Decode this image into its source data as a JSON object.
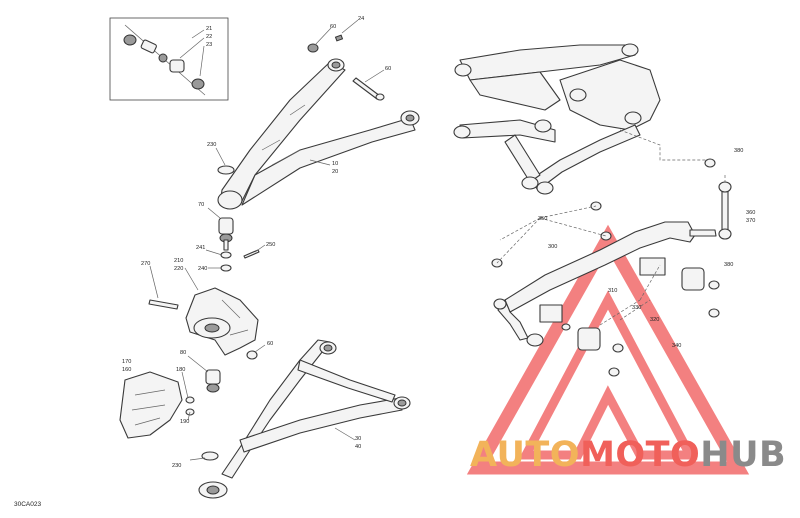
{
  "diagram_code": "30CA023",
  "inset_labels": [
    "21",
    "22",
    "23"
  ],
  "callouts": {
    "c60a": "60",
    "c24": "24",
    "c60b": "60",
    "c230a": "230",
    "c10": "10",
    "c20": "20",
    "c70": "70",
    "c241": "241",
    "c250": "250",
    "c270": "270",
    "c210": "210",
    "c220": "220",
    "c240": "240",
    "c80": "80",
    "c60c": "60",
    "c170": "170",
    "c160": "160",
    "c180": "180",
    "c190": "190",
    "c230b": "230",
    "c30": "30",
    "c40": "40",
    "c380a": "380",
    "c360": "360",
    "c370": "370",
    "c350": "350",
    "c300": "300",
    "c380b": "380",
    "c310": "310",
    "c330": "330",
    "c320": "320",
    "c340": "340"
  },
  "watermark": {
    "auto": "AUTO",
    "moto": "MOTO",
    "hub": "HUB"
  }
}
